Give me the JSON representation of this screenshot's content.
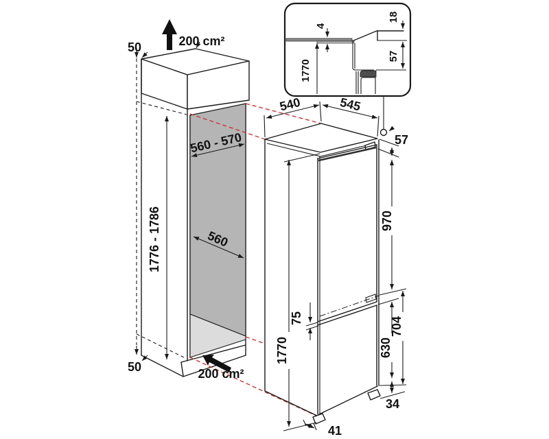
{
  "diagram": {
    "title": "built-in fridge-freezer installation dimensions",
    "cabinet": {
      "top_rear_clearance": "50",
      "top_vent_area": "200 cm²",
      "niche_width": "560 - 570",
      "niche_height": "1776 - 1786",
      "niche_depth": "560",
      "plinth_clearance": "50",
      "plinth_vent_area": "200 cm²"
    },
    "appliance": {
      "depth": "540",
      "width": "545",
      "top_clearance": "57",
      "upper_door_height": "970",
      "door_gap": "75",
      "lower_section_height": "704",
      "freezer_door_height": "630",
      "overall_height": "1770",
      "plinth_height": "34",
      "foot_inset": "41"
    },
    "detail_inset": {
      "top_gap": "4",
      "trim_height": "18",
      "niche_height": "1770",
      "door_top_offset": "57"
    },
    "colors": {
      "line": "#1a1a1a",
      "red_dashed": "#cc3333",
      "niche_panel_gray": "#b5b5b5",
      "niche_floor_gray": "#dcdcdc"
    }
  }
}
